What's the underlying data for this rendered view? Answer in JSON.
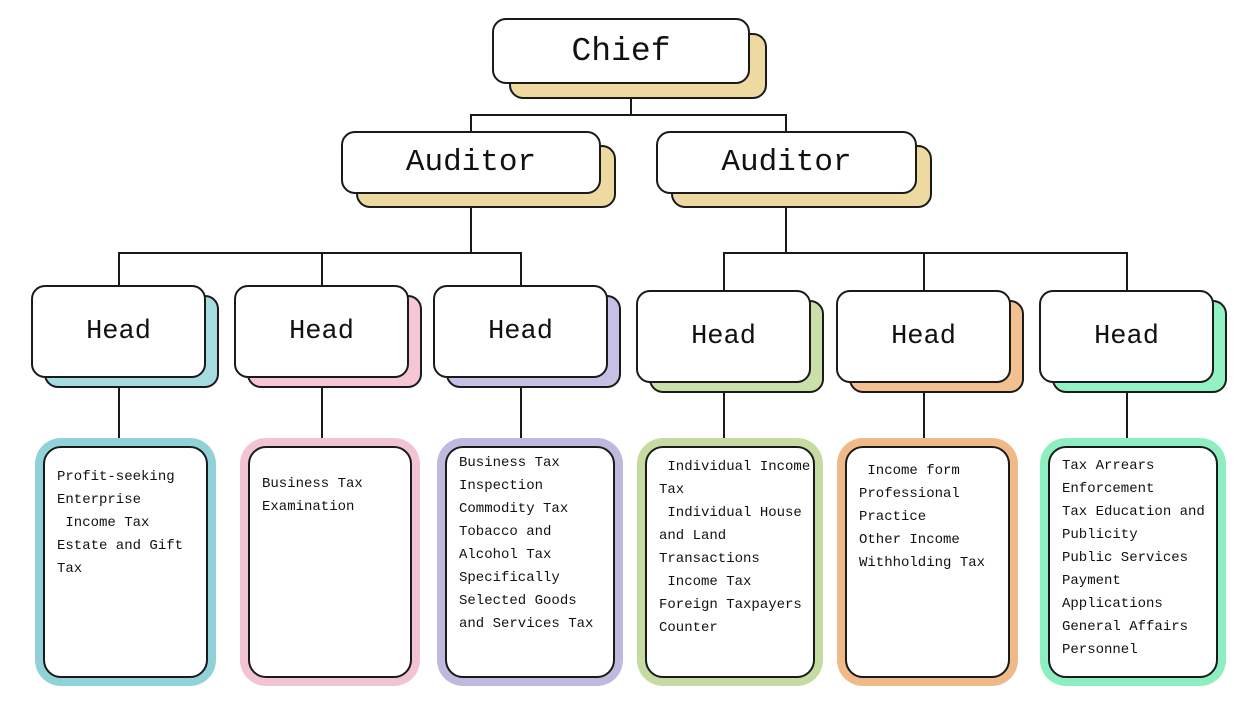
{
  "diagram": {
    "type": "org-chart",
    "background_color": "#ffffff",
    "line_color": "#1a1a1a",
    "root": {
      "label": "Chief",
      "shadow_color": "#eed9a1"
    },
    "auditors": [
      {
        "label": "Auditor",
        "shadow_color": "#eed9a1"
      },
      {
        "label": "Auditor",
        "shadow_color": "#eed9a1"
      }
    ],
    "branches": [
      {
        "head_label": "Head",
        "shadow_color": "#a5dce0",
        "panel_border_color": "#90d2d8",
        "duties": "Profit-seeking\nEnterprise\n Income Tax\nEstate and Gift\nTax"
      },
      {
        "head_label": "Head",
        "shadow_color": "#f5c6d4",
        "panel_border_color": "#f2c3d3",
        "duties": "Business Tax\nExamination"
      },
      {
        "head_label": "Head",
        "shadow_color": "#c6c0e4",
        "panel_border_color": "#bfb9dd",
        "duties": "Business Tax\nInspection\nCommodity Tax\nTobacco and\nAlcohol Tax\nSpecifically\nSelected Goods\nand Services Tax"
      },
      {
        "head_label": "Head",
        "shadow_color": "#cbdfa8",
        "panel_border_color": "#c6dba2",
        "duties": " Individual Income\nTax\n Individual House\nand Land\nTransactions\n Income Tax\nForeign Taxpayers\nCounter"
      },
      {
        "head_label": "Head",
        "shadow_color": "#f3c091",
        "panel_border_color": "#f0ba88",
        "duties": " Income form\nProfessional\nPractice\nOther Income\nWithholding Tax"
      },
      {
        "head_label": "Head",
        "shadow_color": "#92f2c3",
        "panel_border_color": "#8deec0",
        "duties": "Tax Arrears\nEnforcement\nTax Education and\nPublicity\nPublic Services\nPayment\nApplications\nGeneral Affairs\nPersonnel"
      }
    ]
  }
}
